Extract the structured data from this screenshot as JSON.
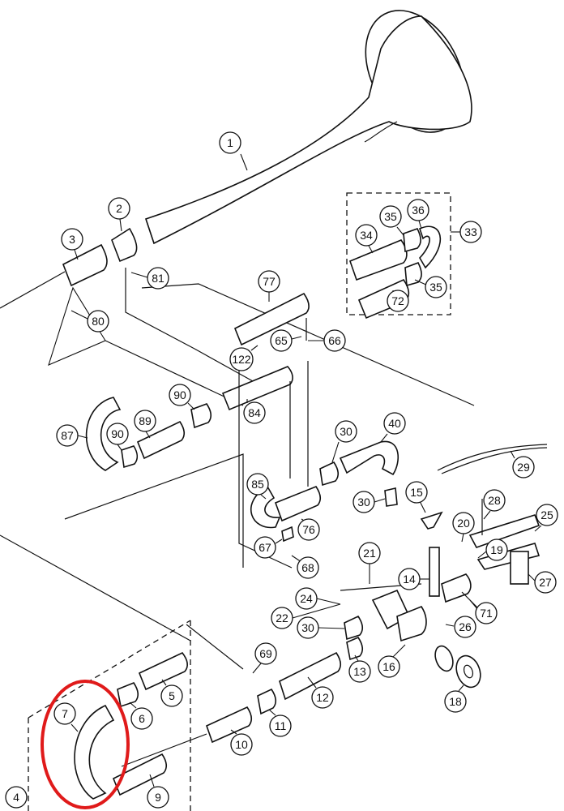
{
  "diagram": {
    "callouts": {
      "c1": "1",
      "c2": "2",
      "c3": "3",
      "c81": "81",
      "c80": "80",
      "c77": "77",
      "c122": "122",
      "c65": "65",
      "c66": "66",
      "c35a": "35",
      "c36": "36",
      "c33": "33",
      "c34": "34",
      "c72": "72",
      "c35b": "35",
      "c87": "87",
      "c90a": "90",
      "c89": "89",
      "c90b": "90",
      "c84": "84",
      "c30a": "30",
      "c40": "40",
      "c29": "29",
      "c85": "85",
      "c76": "76",
      "c67": "67",
      "c68": "68",
      "c30b": "30",
      "c15": "15",
      "c28": "28",
      "c20": "20",
      "c25": "25",
      "c19": "19",
      "c27": "27",
      "c21": "21",
      "c14": "14",
      "c71": "71",
      "c24": "24",
      "c22": "22",
      "c30c": "30",
      "c26": "26",
      "c69": "69",
      "c13": "13",
      "c16": "16",
      "c18": "18",
      "c5": "5",
      "c6": "6",
      "c7": "7",
      "c12": "12",
      "c11": "11",
      "c10": "10",
      "c9": "9",
      "c4": "4"
    },
    "highlight_color": "#e01a1a"
  }
}
